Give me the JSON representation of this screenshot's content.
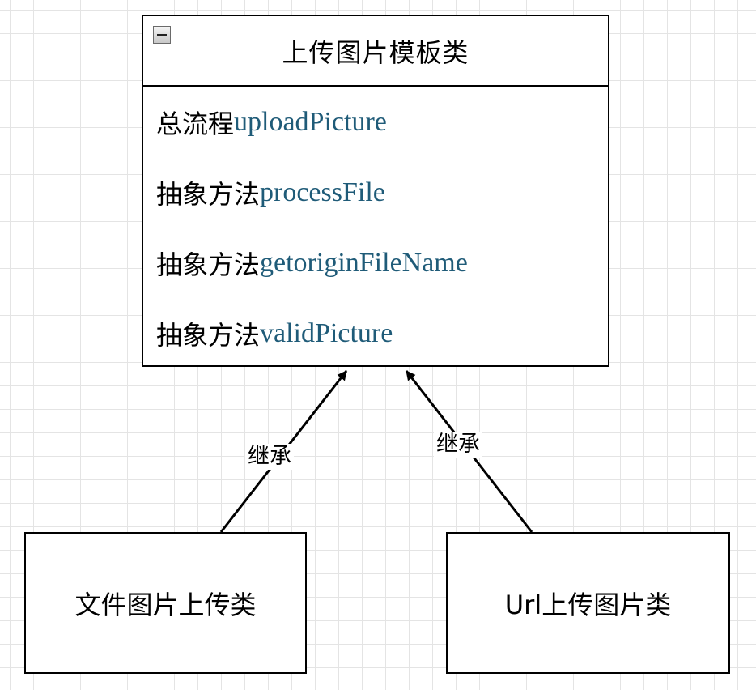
{
  "template_class": {
    "title": "上传图片模板类",
    "members": [
      {
        "label": "总流程",
        "name": "uploadPicture"
      },
      {
        "label": "抽象方法 ",
        "name": "processFile"
      },
      {
        "label": "抽象方法 ",
        "name": "getoriginFileName"
      },
      {
        "label": "抽象方法 ",
        "name": "validPicture"
      }
    ]
  },
  "subclasses": {
    "file": {
      "title": "文件图片上传类"
    },
    "url": {
      "title": "Url上传图片类"
    }
  },
  "edges": {
    "left_label": "继承",
    "right_label": "继承"
  },
  "colors": {
    "method_name": "#1f5b78",
    "border": "#000000",
    "grid": "#e4e4e4"
  }
}
